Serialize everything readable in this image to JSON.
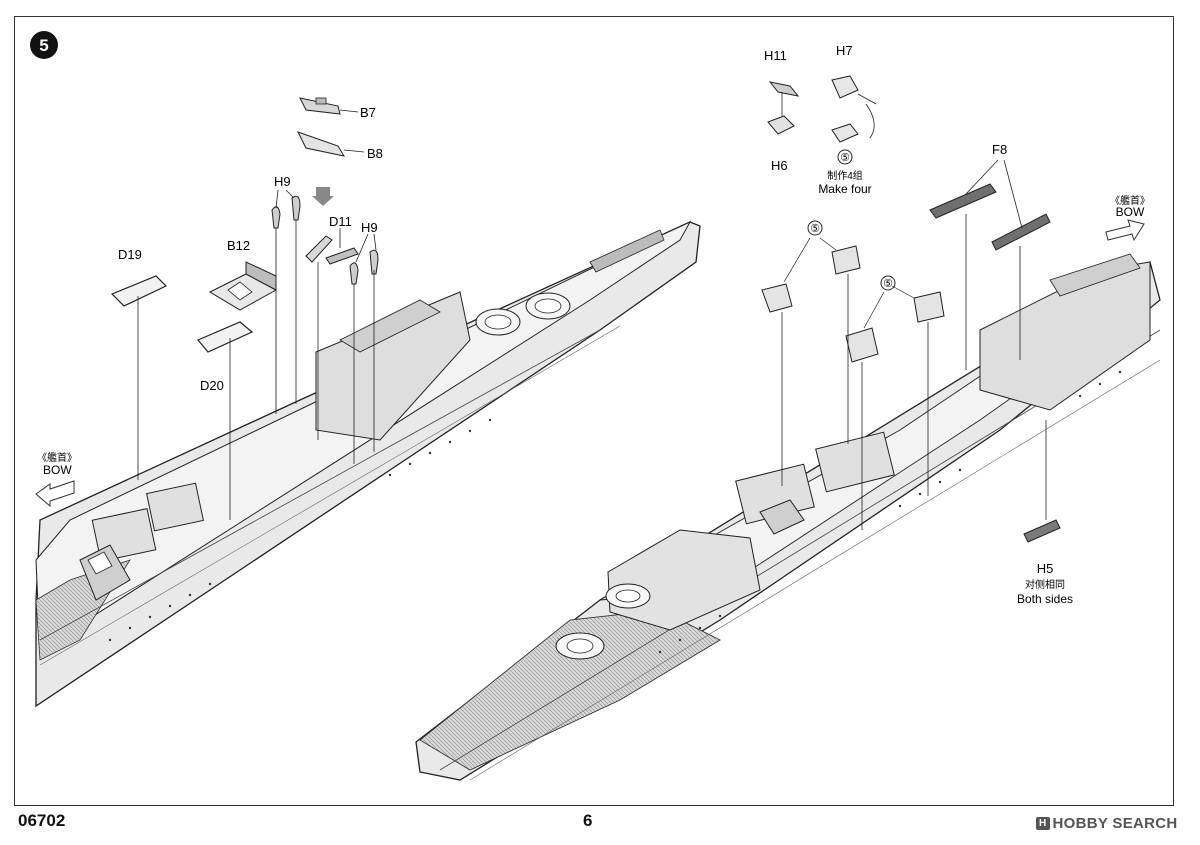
{
  "step": {
    "number": "5"
  },
  "left_view": {
    "labels": {
      "b7": "B7",
      "b8": "B8",
      "h9_a": "H9",
      "d11": "D11",
      "h9_b": "H9",
      "b12": "B12",
      "d19": "D19",
      "d20": "D20"
    },
    "bow": {
      "cn": "《艦首》",
      "en": "BOW"
    }
  },
  "right_view": {
    "labels": {
      "h11": "H11",
      "h7": "H7",
      "h6": "H6",
      "f8": "F8",
      "h5": "H5"
    },
    "subassembly_ref": "⑤",
    "make_four": {
      "cn": "制作4组",
      "en": "Make four"
    },
    "both_sides": {
      "cn": "对侧相同",
      "en": "Both sides"
    },
    "bow": {
      "cn": "《艦首》",
      "en": "BOW"
    }
  },
  "footer": {
    "model_number": "06702",
    "page_number": "6",
    "watermark_logo": "H",
    "watermark": "HOBBY SEARCH"
  }
}
